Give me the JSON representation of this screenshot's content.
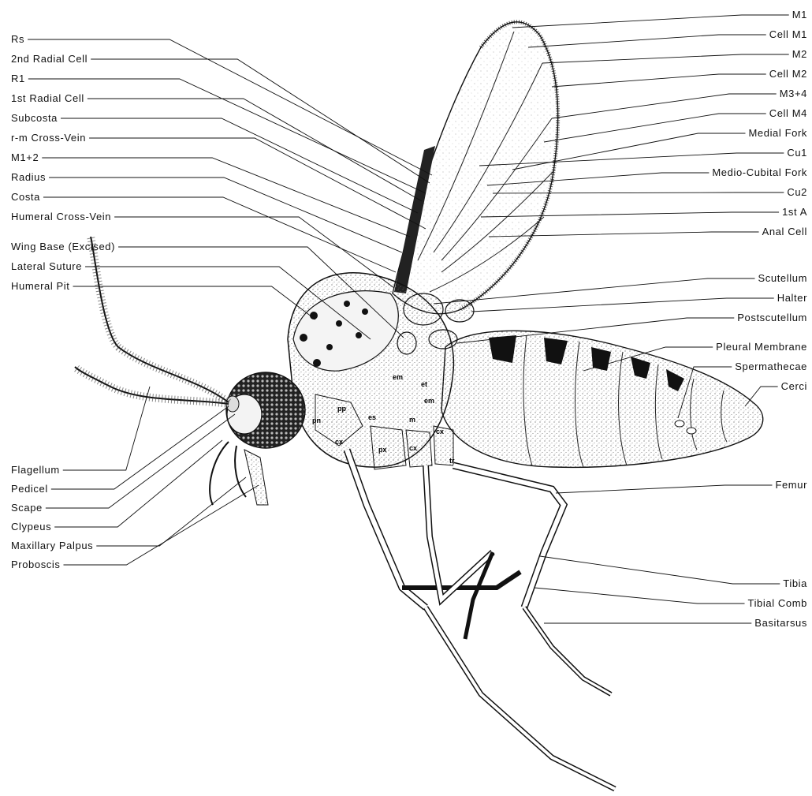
{
  "left_labels": [
    "Rs",
    "2nd Radial Cell",
    "R1",
    "1st Radial Cell",
    "Subcosta",
    "r-m Cross-Vein",
    "M1+2",
    "Radius",
    "Costa",
    "Humeral Cross-Vein",
    "Wing Base (Excised)",
    "Lateral Suture",
    "Humeral Pit",
    "Flagellum",
    "Pedicel",
    "Scape",
    "Clypeus",
    "Maxillary Palpus",
    "Proboscis"
  ],
  "right_labels": [
    "M1",
    "Cell M1",
    "M2",
    "Cell M2",
    "M3+4",
    "Cell M4",
    "Medial Fork",
    "Cu1",
    "Medio-Cubital Fork",
    "Cu2",
    "1st A",
    "Anal Cell",
    "Scutellum",
    "Halter",
    "Postscutellum",
    "Pleural Membrane",
    "Spermathecae",
    "Cerci",
    "Femur",
    "Tibia",
    "Tibial Comb",
    "Basitarsus"
  ],
  "body_part_codes": [
    "pn",
    "pp",
    "es",
    "em",
    "et",
    "em",
    "m",
    "cx",
    "px",
    "cx",
    "cx",
    "tr"
  ],
  "colors": {
    "ink": "#111111",
    "background": "#ffffff",
    "stipple": "#444444"
  }
}
